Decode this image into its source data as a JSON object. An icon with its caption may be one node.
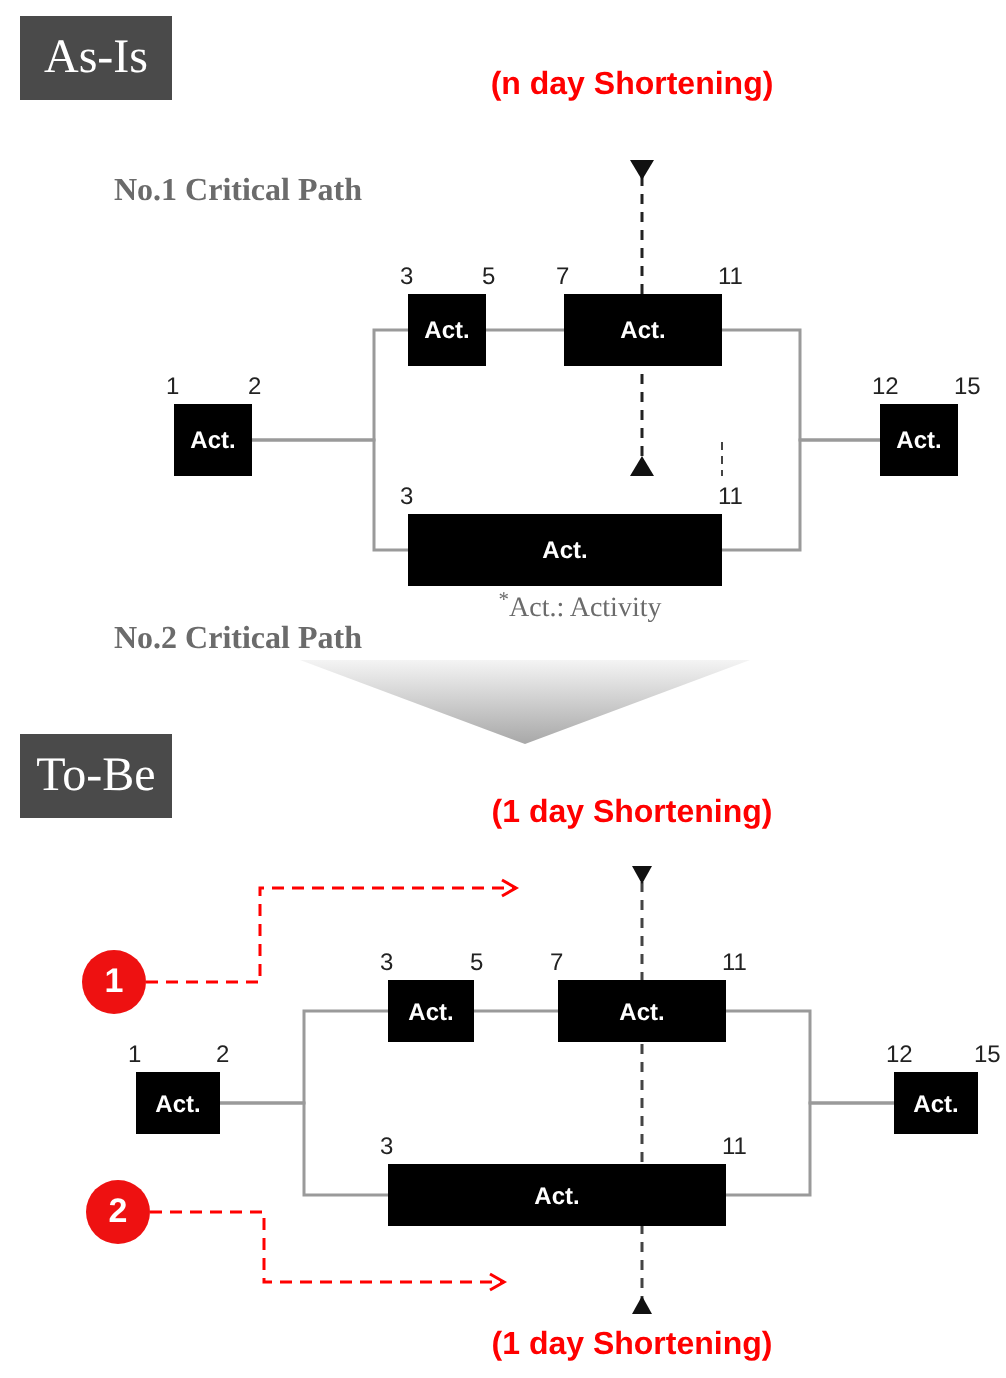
{
  "diagram": {
    "nodes": [
      {
        "text": [
          "As-Is"
        ]
      },
      {
        "text": [
          "Act."
        ],
        "beside": [
          "1",
          "2"
        ]
      },
      {
        "text": [
          "Act."
        ],
        "beside": [
          "3",
          "5"
        ]
      },
      {
        "text": [
          "Act."
        ],
        "beside": [
          "7",
          "11"
        ]
      },
      {
        "text": [
          "Act."
        ],
        "beside": [
          "3",
          "11"
        ]
      },
      {
        "text": [
          "Act."
        ],
        "beside": [
          "12",
          "15"
        ]
      },
      {
        "text": [],
        "shape": "chevron"
      },
      {
        "text": [
          "To-Be"
        ]
      },
      {
        "text": [
          "1"
        ]
      },
      {
        "text": [
          "2"
        ]
      },
      {
        "text": [
          "Act."
        ],
        "beside": [
          "1",
          "2"
        ]
      },
      {
        "text": [
          "Act."
        ],
        "beside": [
          "3",
          "5"
        ]
      },
      {
        "text": [
          "Act."
        ],
        "beside": [
          "7",
          "11"
        ]
      },
      {
        "text": [
          "Act."
        ],
        "beside": [
          "3",
          "11"
        ]
      },
      {
        "text": [
          "Act."
        ],
        "beside": [
          "12",
          "15"
        ]
      }
    ],
    "edges": [
      {
        "from": 1,
        "to": 2,
        "arrow": "none"
      },
      {
        "from": 1,
        "to": 4,
        "arrow": "none"
      },
      {
        "from": 2,
        "to": 3,
        "arrow": "none"
      },
      {
        "from": 3,
        "to": 5,
        "arrow": "none"
      },
      {
        "from": 4,
        "to": 5,
        "arrow": "none"
      },
      {
        "from": 10,
        "to": 11,
        "arrow": "none"
      },
      {
        "from": 10,
        "to": 13,
        "arrow": "none"
      },
      {
        "from": 11,
        "to": 12,
        "arrow": "none"
      },
      {
        "from": 12,
        "to": 14,
        "arrow": "none"
      },
      {
        "from": 13,
        "to": 14,
        "arrow": "none"
      },
      {
        "from": 8,
        "to": null,
        "arrow": "to",
        "style": "dashed",
        "color": "#ff0000"
      },
      {
        "from": 9,
        "to": null,
        "arrow": "to",
        "style": "dashed",
        "color": "#ff0000"
      }
    ],
    "labels": [
      "(n day Shortening)",
      "No.1 Critical Path",
      "$^{*}$Act.: Activity",
      "No.2 Critical Path",
      "(1 day Shortening)",
      "(1 day Shortening)"
    ]
  }
}
